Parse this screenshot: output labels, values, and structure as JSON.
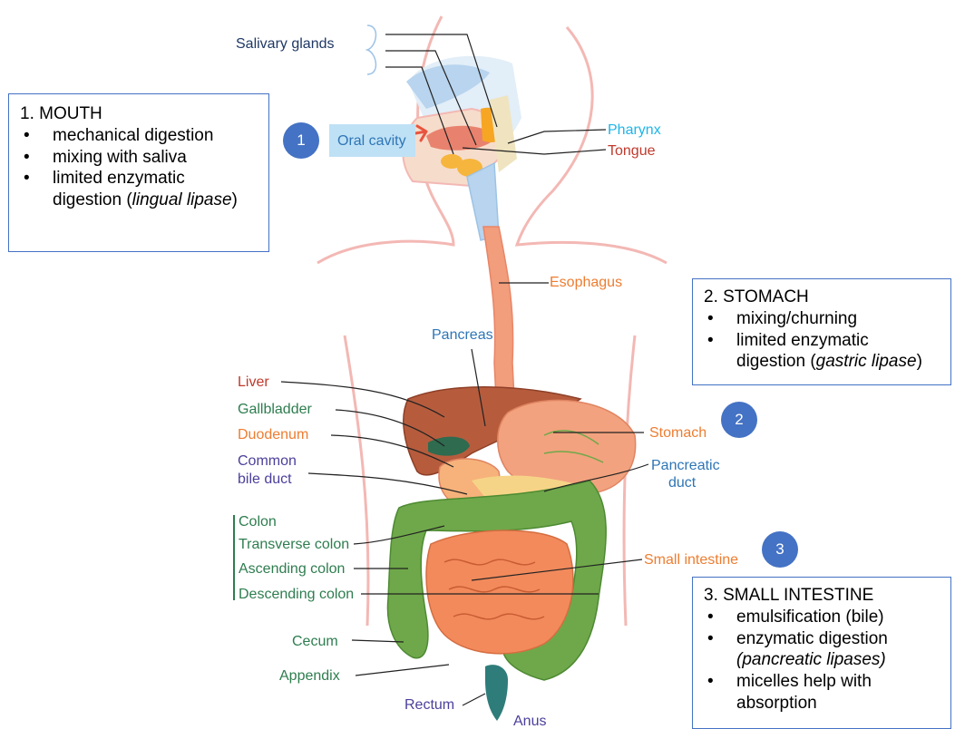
{
  "labels": {
    "salivary_glands": "Salivary glands",
    "oral_cavity": "Oral cavity",
    "pharynx": "Pharynx",
    "tongue": "Tongue",
    "esophagus": "Esophagus",
    "pancreas": "Pancreas",
    "liver": "Liver",
    "gallbladder": "Gallbladder",
    "duodenum": "Duodenum",
    "common_bile_duct_1": "Common",
    "common_bile_duct_2": "bile duct",
    "stomach": "Stomach",
    "pancreatic_duct_1": "Pancreatic",
    "pancreatic_duct_2": "duct",
    "colon": "Colon",
    "transverse_colon": "Transverse colon",
    "ascending_colon": "Ascending colon",
    "descending_colon": "Descending colon",
    "small_intestine": "Small intestine",
    "cecum": "Cecum",
    "appendix": "Appendix",
    "rectum": "Rectum",
    "anus": "Anus"
  },
  "badges": [
    "1",
    "2",
    "3"
  ],
  "mouth_box": {
    "title": "1. MOUTH",
    "items": [
      "mechanical digestion",
      "mixing with saliva",
      "limited enzymatic digestion ("
    ],
    "item3_italic": "lingual lipase",
    "item3_end": ")"
  },
  "stomach_box": {
    "title": "2. STOMACH",
    "items": [
      "mixing/churning",
      "limited enzymatic digestion ("
    ],
    "item2_italic": "gastric lipase",
    "item2_end": ")"
  },
  "intestine_box": {
    "title": "3. SMALL INTESTINE",
    "items": [
      "emulsification (bile)",
      "enzymatic digestion",
      "micelles help with absorption"
    ],
    "item2_italic": "(pancreatic lipases)"
  },
  "colors": {
    "accent": "#4472c4",
    "oral_highlight": "#bfe1f5",
    "body_outline": "#f3b8b4",
    "esophagus": "#f29d7c",
    "liver": "#b65c3d",
    "stomach": "#f2a27e",
    "colon": "#6fa84a",
    "small_intestine": "#f28a5c",
    "label_navy": "#1f3864",
    "label_blue": "#2e75b6",
    "label_red": "#c0392b",
    "label_green": "#2e7d4f",
    "label_orange": "#ed7d31",
    "label_purple": "#4b3f9a",
    "label_cyan": "#1fb5e8"
  }
}
